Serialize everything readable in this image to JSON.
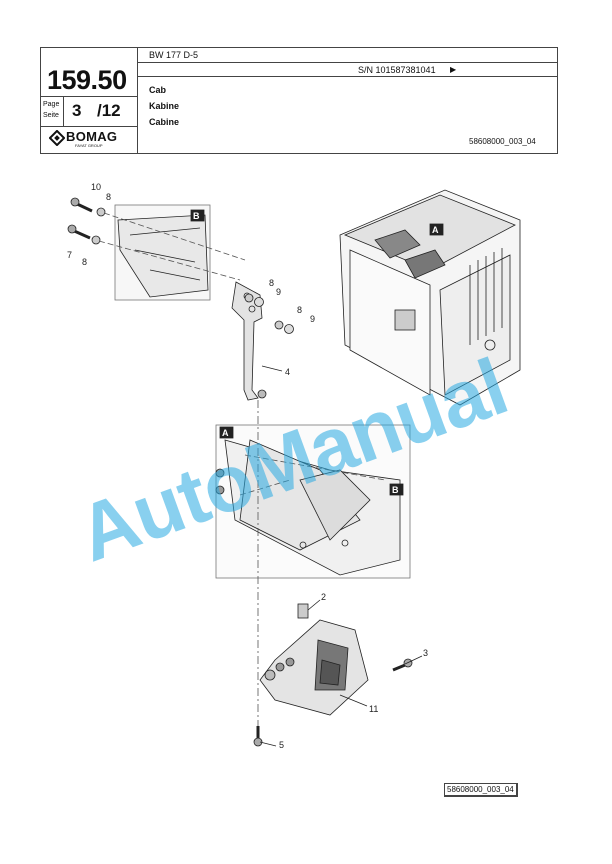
{
  "header": {
    "model": "BW 177 D-5",
    "page_number": "159.50",
    "page_label_en": "Page",
    "page_label_de": "Seite",
    "page_current": "3",
    "page_total": "/12",
    "serial": "S/N 101587381041",
    "serial_arrow": "▶",
    "title_en": "Cab",
    "title_de": "Kabine",
    "title_fr": "Cabine",
    "doc_ref": "58608000_003_04",
    "logo_name": "BOMAG",
    "logo_sub": "FAYAT GROUP"
  },
  "diagram": {
    "callouts": {
      "c1": "10",
      "c2": "8",
      "c3": "7",
      "c4": "8",
      "c5": "8",
      "c6": "9",
      "c7": "8",
      "c8": "9",
      "c9": "4",
      "c10": "2",
      "c11": "3",
      "c12": "11",
      "c13": "5"
    },
    "detail_tags": {
      "b_top": "B",
      "a_cab": "A",
      "a_detail": "A",
      "b_detail": "B"
    }
  },
  "watermark": "AutoManual",
  "footer": {
    "ref": "58608000_003_04"
  }
}
